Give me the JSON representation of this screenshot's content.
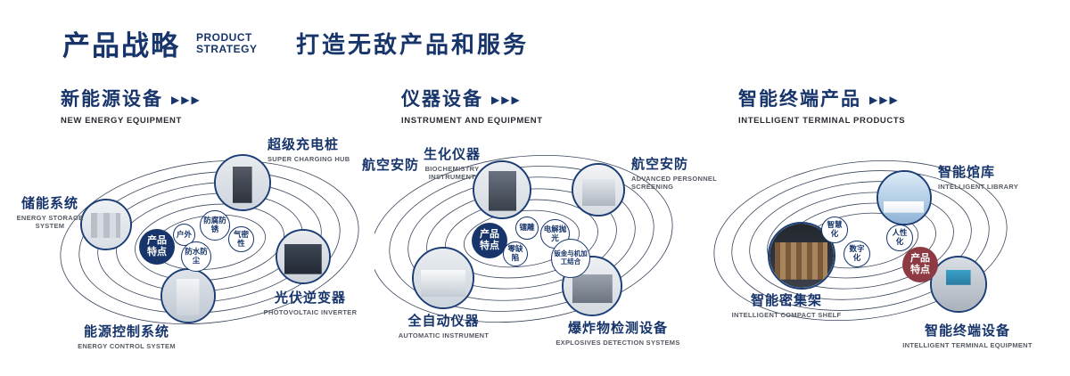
{
  "header": {
    "title": "产品战略",
    "subtitle_line1": "PRODUCT",
    "subtitle_line2": "STRATEGY",
    "slogan": "打造无敌产品和服务"
  },
  "icons": {
    "triple_arrow": "▶▶▶"
  },
  "colors": {
    "navy": "#17356b",
    "badge_red": "#8e3a42"
  },
  "sections": [
    {
      "title": "新能源设备",
      "subtitle": "NEW ENERGY EQUIPMENT",
      "badge": "产品特点",
      "features": [
        "户外",
        "防腐防锈",
        "气密性",
        "防水防尘"
      ],
      "products": [
        {
          "name": "超级充电桩",
          "en": "SUPER CHARGING HUB"
        },
        {
          "name": "储能系统",
          "en": "ENERGY STORAGE SYSTEM"
        },
        {
          "name": "光伏逆变器",
          "en": "PHOTOVOLTAIC INVERTER"
        },
        {
          "name": "能源控制系统",
          "en": "ENERGY CONTROL SYSTEM"
        }
      ]
    },
    {
      "title": "仪器设备",
      "subtitle": "INSTRUMENT AND EQUIPMENT",
      "badge": "产品特点",
      "side_label": "航空安防",
      "features": [
        "镭雕",
        "电解抛光",
        "零缺陷",
        "钣金与机加工结合"
      ],
      "products": [
        {
          "name": "生化仪器",
          "en": "BIOCHEMISTRY INSTRUMENT"
        },
        {
          "name": "航空安防",
          "en": "ADVANCED PERSONNEL SCREENING"
        },
        {
          "name": "全自动仪器",
          "en": "AUTOMATIC INSTRUMENT"
        },
        {
          "name": "爆炸物检测设备",
          "en": "EXPLOSIVES DETECTION SYSTEMS"
        }
      ]
    },
    {
      "title": "智能终端产品",
      "subtitle": "INTELLIGENT TERMINAL PRODUCTS",
      "badge": "产品特点",
      "features": [
        "智慧化",
        "人性化",
        "数字化"
      ],
      "products": [
        {
          "name": "智能馆库",
          "en": "INTELLIGENT LIBRARY"
        },
        {
          "name": "智能密集架",
          "en": "INTELLIGENT COMPACT SHELF"
        },
        {
          "name": "智能终端设备",
          "en": "INTELLIGENT TERMINAL EQUIPMENT"
        }
      ]
    }
  ]
}
